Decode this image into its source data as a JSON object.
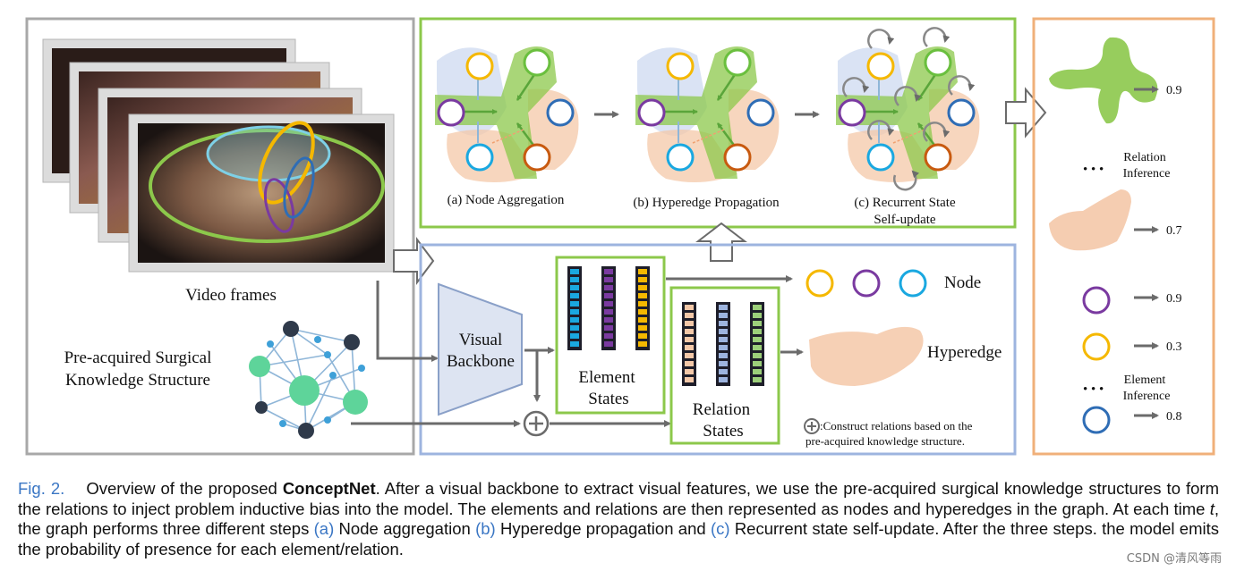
{
  "figure": {
    "video_frames_label": "Video frames",
    "knowledge_label_line1": "Pre-acquired Surgical",
    "knowledge_label_line2": "Knowledge Structure",
    "step_a_label": "(a) Node Aggregation",
    "step_b_label": "(b) Hyperedge Propagation",
    "step_c_label_line1": "(c) Recurrent State",
    "step_c_label_line2": "Self-update",
    "backbone_line1": "Visual",
    "backbone_line2": "Backbone",
    "element_states_line1": "Element",
    "element_states_line2": "States",
    "relation_states_line1": "Relation",
    "relation_states_line2": "States",
    "node_label": "Node",
    "hyperedge_label": "Hyperedge",
    "construct_note_line1": ":Construct relations based on the",
    "construct_note_line2": "pre-acquired knowledge structure.",
    "relation_inference_line1": "Relation",
    "relation_inference_line2": "Inference",
    "element_inference_line1": "Element",
    "element_inference_line2": "Inference",
    "ellipsis": "• • •",
    "scores": {
      "relation_1": "0.9",
      "relation_2": "0.7",
      "element_purple": "0.9",
      "element_yellow": "0.3",
      "element_blue": "0.8"
    },
    "colors": {
      "yellow": "#f5b800",
      "purple": "#7a3aa0",
      "cyan": "#1aa8e0",
      "green_node": "#6abf3e",
      "orange_node": "#c85a10",
      "blue_dark": "#2f6db5",
      "green_frame": "#8cc84b",
      "blue_frame": "#9db4df",
      "orange_frame": "#f0b07a",
      "gray_frame": "#a8a8a8"
    }
  },
  "caption": {
    "fig_label": "Fig. 2.",
    "part1": "Overview of the proposed ",
    "model_name": "ConceptNet",
    "part2": ". After a visual backbone to extract visual features, we use the pre-acquired surgical knowledge structures to form the relations to inject problem inductive bias into the model. The elements and relations are then represented as nodes and hyperedges in the graph. At each time ",
    "time_var": "t",
    "part3": ", the graph performs three different steps ",
    "step_a": "(a)",
    "step_a_text": " Node aggregation ",
    "step_b": "(b)",
    "step_b_text": " Hyperedge propagation and ",
    "step_c": "(c)",
    "step_c_text": " Recurrent state self-update. After the three steps. the model emits the probability of presence for each element/relation."
  },
  "watermark": "CSDN @清风等雨"
}
